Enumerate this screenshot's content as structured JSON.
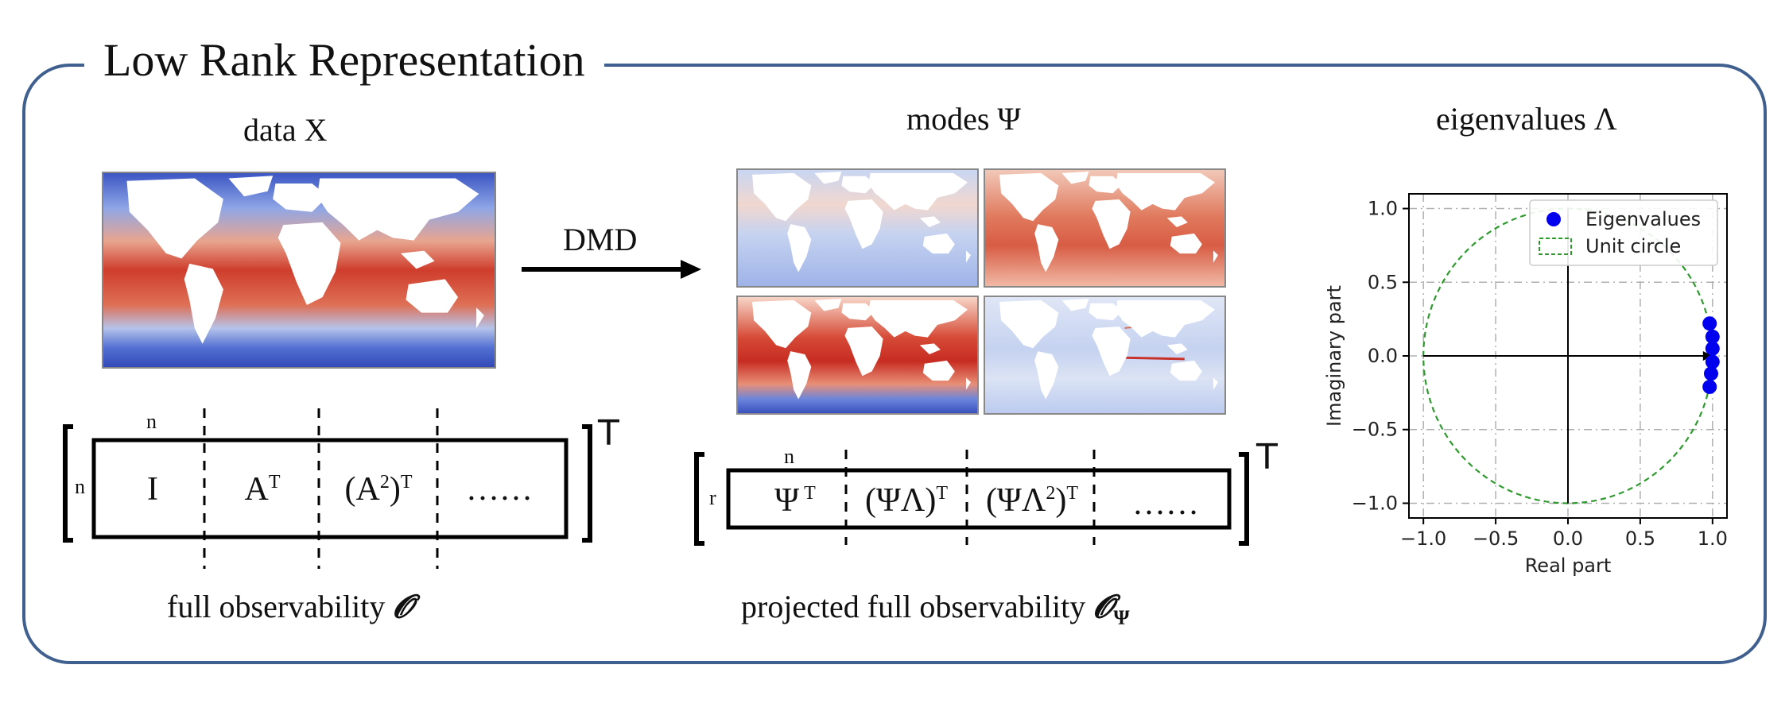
{
  "title": "Low Rank Representation",
  "data_label": "data X",
  "modes_label": "modes Ψ",
  "eigen_label": "eigenvalues  Λ",
  "arrow_label": "DMD",
  "matrix1": {
    "rows_dim": "n",
    "cols_dim": "n",
    "cells": [
      "I",
      "A",
      "(A",
      ")",
      "……"
    ],
    "transpose": "T",
    "caption": "full observability",
    "caption_symbol": "𝓞"
  },
  "matrix2": {
    "rows_dim": "r",
    "cols_dim": "n",
    "cells": [
      "Ψ",
      "(ΨΛ)",
      "(ΨΛ",
      ")",
      "……"
    ],
    "transpose": "T",
    "caption": "projected full observability",
    "caption_symbol": "𝓞",
    "caption_sub": "Ψ"
  },
  "colors": {
    "frame": "#3f5f8f",
    "warm": "#c8302a",
    "cold": "#3b56c4",
    "eig": "#0000ee",
    "circle": "#2e9a2e"
  },
  "chart_data": {
    "type": "scatter",
    "series": [
      {
        "name": "Eigenvalues",
        "x": [
          0.98,
          1.0,
          1.0,
          1.0,
          0.99,
          0.98
        ],
        "y": [
          0.22,
          0.13,
          0.05,
          -0.04,
          -0.12,
          -0.21
        ]
      }
    ],
    "extra": [
      {
        "name": "Unit circle",
        "kind": "circle",
        "radius": 1.0
      }
    ],
    "xlabel": "Real part",
    "ylabel": "Imaginary part",
    "xlim": [
      -1.1,
      1.1
    ],
    "ylim": [
      -1.1,
      1.1
    ],
    "xticks": [
      -1.0,
      -0.5,
      0.0,
      0.5,
      1.0
    ],
    "yticks": [
      -1.0,
      -0.5,
      0.0,
      0.5,
      1.0
    ],
    "xtick_labels": [
      "−1.0",
      "−0.5",
      "0.0",
      "0.5",
      "1.0"
    ],
    "ytick_labels": [
      "−1.0",
      "−0.5",
      "0.0",
      "0.5",
      "1.0"
    ],
    "grid": true,
    "legend": "top-right"
  }
}
